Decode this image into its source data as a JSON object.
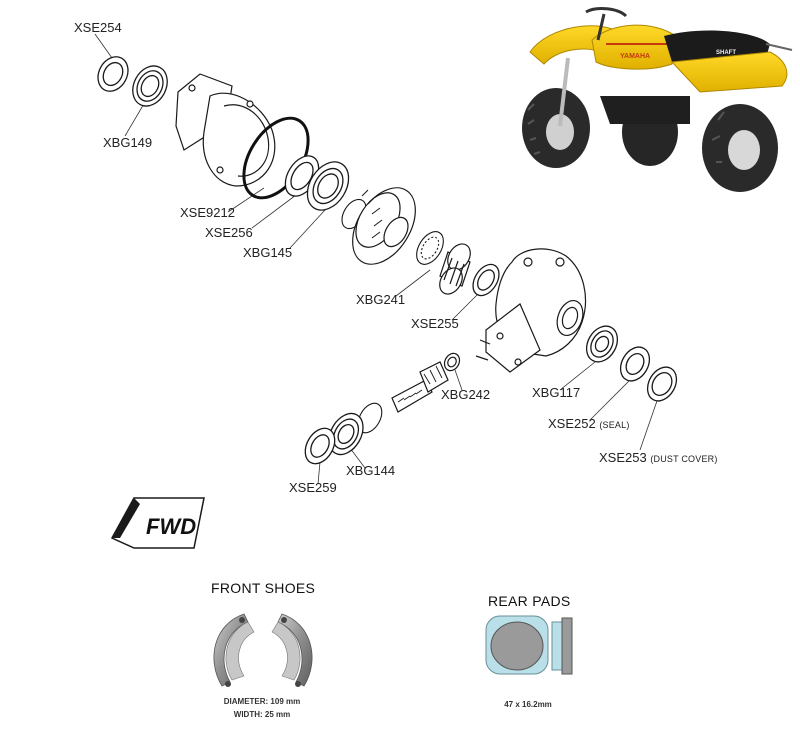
{
  "parts": [
    {
      "id": "xse254",
      "label": "XSE254",
      "note": ""
    },
    {
      "id": "xbg149",
      "label": "XBG149",
      "note": ""
    },
    {
      "id": "xse9212",
      "label": "XSE9212",
      "note": ""
    },
    {
      "id": "xse256",
      "label": "XSE256",
      "note": ""
    },
    {
      "id": "xbg145",
      "label": "XBG145",
      "note": ""
    },
    {
      "id": "xbg241",
      "label": "XBG241",
      "note": ""
    },
    {
      "id": "xse255",
      "label": "XSE255",
      "note": ""
    },
    {
      "id": "xbg242",
      "label": "XBG242",
      "note": ""
    },
    {
      "id": "xbg117",
      "label": "XBG117",
      "note": ""
    },
    {
      "id": "xse252",
      "label": "XSE252",
      "note": "(SEAL)"
    },
    {
      "id": "xse253",
      "label": "XSE253",
      "note": "(DUST COVER)"
    },
    {
      "id": "xbg144",
      "label": "XBG144",
      "note": ""
    },
    {
      "id": "xse259",
      "label": "XSE259",
      "note": ""
    }
  ],
  "fwd_badge": "FWD",
  "vehicle_brand": "YAMAHA",
  "vehicle_decal": "SHAFT",
  "front_shoes": {
    "title": "FRONT SHOES",
    "diameter": "DIAMETER: 109 mm",
    "width": "WIDTH: 25 mm"
  },
  "rear_pads": {
    "title": "REAR PADS",
    "size": "47 x 16.2mm"
  },
  "colors": {
    "line": "#1a1a1a",
    "atv_yellow": "#f2c400",
    "atv_black": "#1b1b1b",
    "tire": "#2a2a2a",
    "rim": "#d8d8d8",
    "pad_blue": "#b9dfe9",
    "pad_gray": "#9a9a9a"
  }
}
